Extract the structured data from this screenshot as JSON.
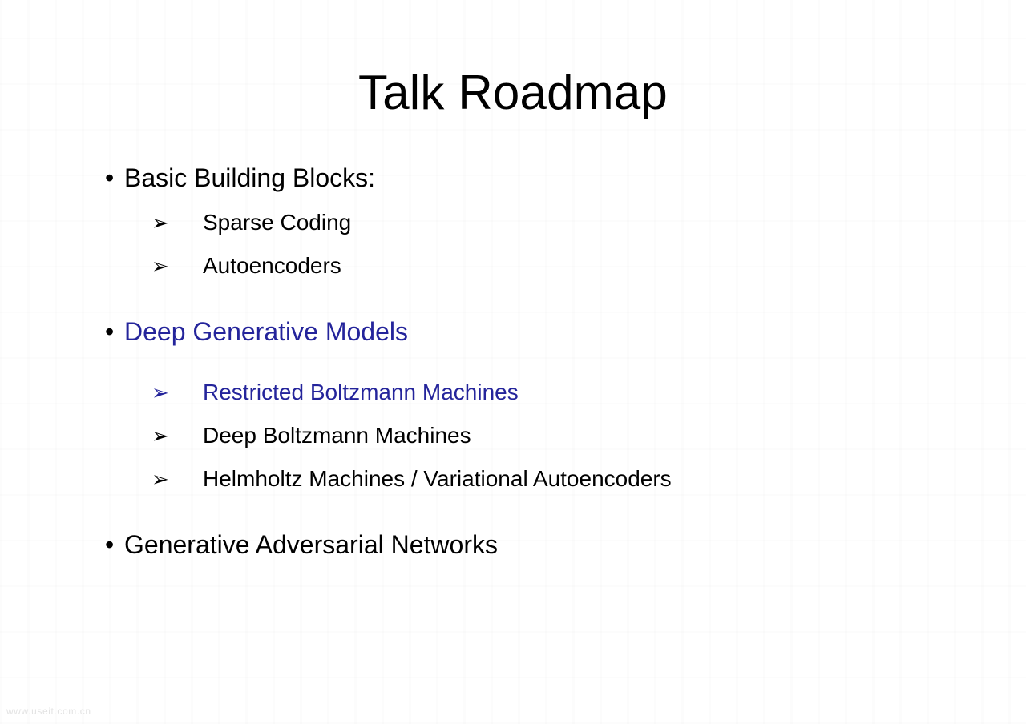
{
  "slide": {
    "title": "Talk Roadmap",
    "colors": {
      "text": "#000000",
      "highlight_blue": "#24249B",
      "background": "#FFFFFF",
      "watermark": "#E3E3E3"
    },
    "markers": {
      "level1_bullet": "•",
      "level2_arrow": "➢"
    },
    "outline": [
      {
        "label": "Basic Building Blocks:",
        "color": "black",
        "bullet_color": "black",
        "children": [
          {
            "label": "Sparse Coding",
            "color": "black",
            "marker_color": "black"
          },
          {
            "label": "Autoencoders",
            "color": "black",
            "marker_color": "black"
          }
        ]
      },
      {
        "label": "Deep Generative Models",
        "color": "blue",
        "bullet_color": "black",
        "children": [
          {
            "label": "Restricted Boltzmann Machines",
            "color": "blue",
            "marker_color": "blue"
          },
          {
            "label": "Deep Boltzmann Machines",
            "color": "black",
            "marker_color": "black"
          },
          {
            "label": "Helmholtz Machines / Variational Autoencoders",
            "color": "black",
            "marker_color": "black"
          }
        ]
      },
      {
        "label": "Generative Adversarial Networks",
        "color": "black",
        "bullet_color": "black",
        "children": []
      }
    ]
  },
  "watermark": {
    "text": "www.useit.com.cn"
  }
}
